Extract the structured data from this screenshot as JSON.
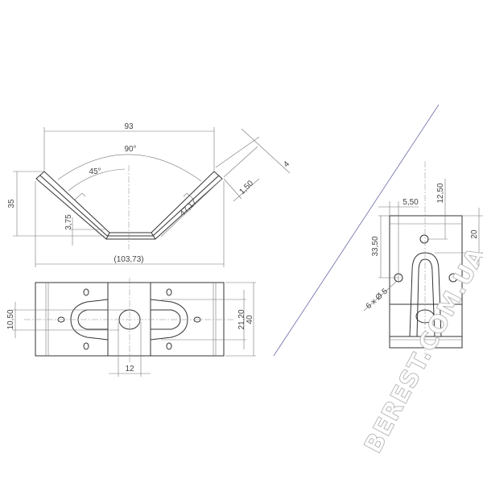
{
  "front_view": {
    "width_top": "93",
    "angle_total": "90°",
    "angle_half": "45°",
    "height": "35",
    "bottom_offset": "3,75",
    "arm_length": "47,17",
    "thickness": "1,50",
    "edge": "4",
    "overall_width": "(103,73)"
  },
  "top_view": {
    "slot_width": "10,50",
    "inner_width": "21,20",
    "total_width": "40",
    "hole_diameter": "12"
  },
  "side_view": {
    "hole_offset_x": "5,50",
    "hole_offset_top": "12,50",
    "hole_spacing": "33,50",
    "slot_top": "20",
    "holes_note": "6 x Ø 5"
  },
  "watermark": "BEREST.COM.UA",
  "colors": {
    "divider_line": "#6a6aa8",
    "lines": "#333333"
  }
}
